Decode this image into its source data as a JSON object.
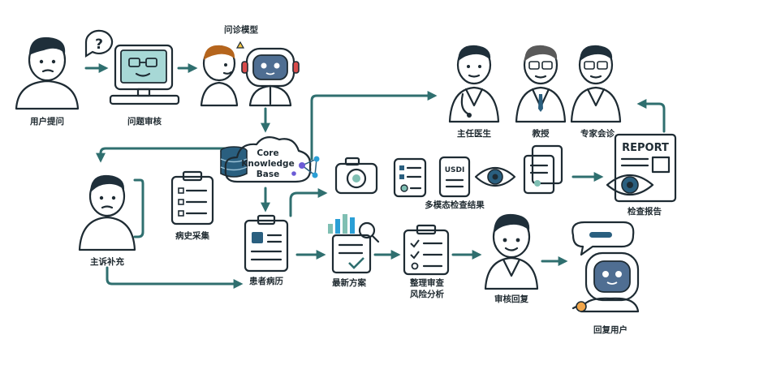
{
  "labels": {
    "user_question": "用户提问",
    "question_review": "问题审核",
    "consult_model": "问诊模型",
    "chief_physician": "主任医生",
    "professor": "教授",
    "expert_consultation": "专家会诊",
    "core_kb": [
      "Core",
      "Knowledge",
      "Base"
    ],
    "multimodal_results": "多模态检查结果",
    "exam_report": "检查报告",
    "chief_complaint": "主诉补充",
    "history_collection": "病史采集",
    "patient_record": "患者病历",
    "latest_plan": "最新方案",
    "organize_review": "整理审查",
    "risk_analysis": "风险分析",
    "review_reply": "审核回复",
    "reply_user": "回复用户"
  },
  "icons": {
    "question_bubble": "?",
    "report_header": "REPORT",
    "usdi_header": "USDI"
  },
  "colors": {
    "arrow": "#2f6f6f",
    "teal_shirt": "#7fbfb3",
    "screen": "#a7d8d6",
    "orange": "#f2a64a",
    "skin": "#f7d4b0",
    "hair": "#1f2f3a",
    "coat": "#ffffff",
    "kb_blue": "#2a5f7f"
  }
}
